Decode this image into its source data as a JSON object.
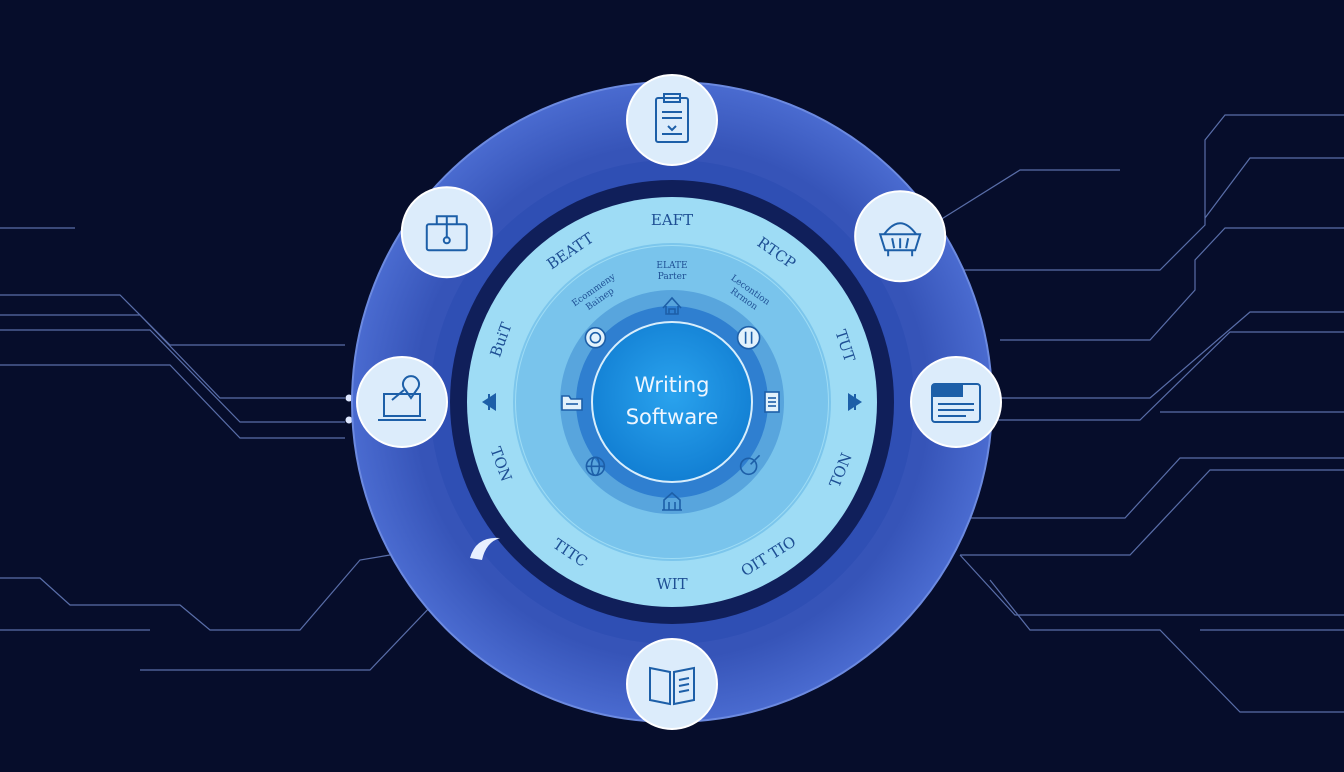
{
  "colors": {
    "background": "#060d2b",
    "outer_ring": "#3f5fc4",
    "dark_band": "#101f5a",
    "light_ring": "#9edcf5",
    "mid_ring": "#5fb2e2",
    "inner_ring": "#4a98d6",
    "core": "#1b8fe0",
    "icon_badge": "#dcecfb",
    "icon_stroke": "#1d5fa8",
    "circuit_line": "#6e86c8"
  },
  "center": {
    "line1": "Writing",
    "line2": "Software"
  },
  "ring_labels": [
    {
      "text": "EAFT"
    },
    {
      "text": "RTCP"
    },
    {
      "text": "TUT"
    },
    {
      "text": "TON"
    },
    {
      "text": "OIT TIO"
    },
    {
      "text": "WIT"
    },
    {
      "text": "TITC"
    },
    {
      "text": "TON"
    },
    {
      "text": "BuiT"
    },
    {
      "text": "BEATT"
    }
  ],
  "inner_labels": [
    {
      "line1": "ELATE",
      "line2": "Parter"
    },
    {
      "line1": "Ecommeny",
      "line2": "Bainep"
    },
    {
      "line1": "Lecontion",
      "line2": "Rrmon"
    }
  ],
  "outer_icons": [
    {
      "name": "clipboard-icon"
    },
    {
      "name": "basket-icon"
    },
    {
      "name": "document-list-icon"
    },
    {
      "name": "open-book-icon"
    },
    {
      "name": "laptop-pin-icon"
    },
    {
      "name": "toolbox-icon"
    }
  ],
  "inner_icons": [
    {
      "name": "home-icon"
    },
    {
      "name": "columns-icon"
    },
    {
      "name": "document-icon"
    },
    {
      "name": "globe-pen-icon"
    },
    {
      "name": "building-icon"
    },
    {
      "name": "globe-icon"
    },
    {
      "name": "folder-icon"
    },
    {
      "name": "camera-icon"
    }
  ]
}
